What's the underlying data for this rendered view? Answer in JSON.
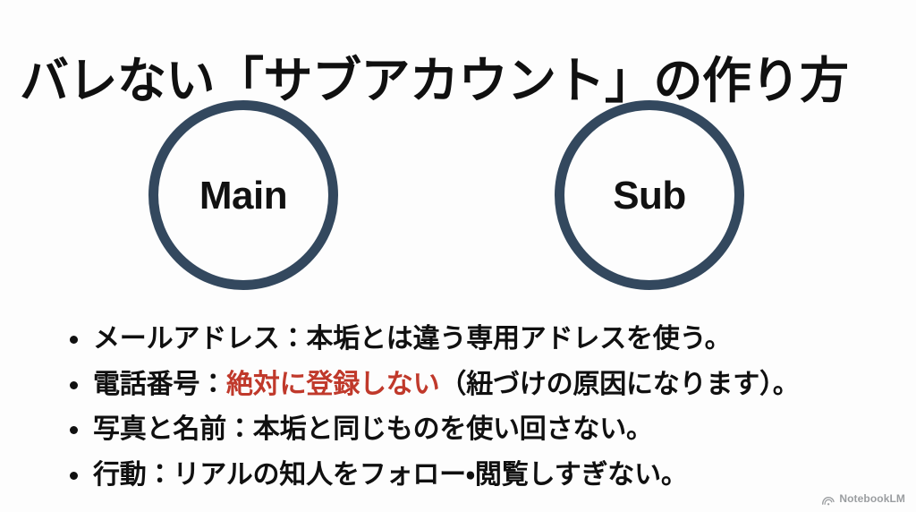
{
  "slide": {
    "title": "バレない「サブアカウント」の作り方",
    "background_color": "#fdfdfd",
    "text_color": "#101010",
    "accent_color": "#c0392b",
    "circle_stroke_color": "#33485e"
  },
  "diagram": {
    "circles": [
      {
        "id": "main",
        "label": "Main"
      },
      {
        "id": "sub",
        "label": "Sub"
      }
    ]
  },
  "bullets": [
    {
      "marker": "•",
      "lead": "メールアドレス：本垢とは違う専用アドレスを使う。",
      "accent": "",
      "tail": ""
    },
    {
      "marker": "•",
      "lead": "電話番号：",
      "accent": "絶対に登録しない",
      "tail": "（紐づけの原因になります）。"
    },
    {
      "marker": "•",
      "lead": "写真と名前：本垢と同じものを使い回さない。",
      "accent": "",
      "tail": ""
    },
    {
      "marker": "•",
      "lead": "行動：リアルの知人をフォロー・閲覧しすぎない。",
      "accent": "",
      "tail": ""
    }
  ],
  "watermark": {
    "icon": "notebooklm-logo-icon",
    "text": "NotebookLM"
  }
}
